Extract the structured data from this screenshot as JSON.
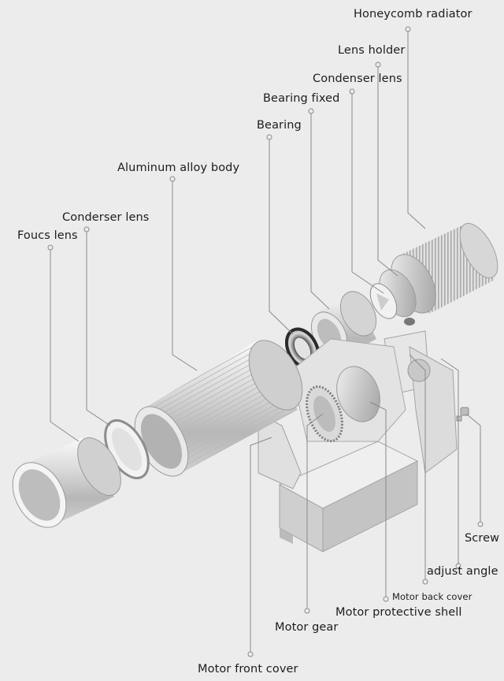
{
  "labels": {
    "honeycomb_radiator": "Honeycomb radiator",
    "lens_holder": "Lens holder",
    "condenser_lens_top": "Condenser lens",
    "bearing_fixed": "Bearing fixed",
    "bearing": "Bearing",
    "aluminum_alloy_body": "Aluminum alloy body",
    "condenser_lens_left": "Conderser lens",
    "focus_lens": "Foucs lens",
    "screw": "Screw",
    "adjust_angle": "adjust angle",
    "motor_back_cover": "Motor back cover",
    "motor_protective_shell": "Motor protective shell",
    "motor_gear": "Motor gear",
    "motor_front_cover": "Motor front cover"
  },
  "colors": {
    "background": "#ececec",
    "leader_line": "#8a8a8a",
    "metal_light": "#f2f2f2",
    "metal_mid": "#c9c9c9",
    "metal_dark": "#8f8f8f",
    "bearing_dark": "#2b2b2b"
  }
}
